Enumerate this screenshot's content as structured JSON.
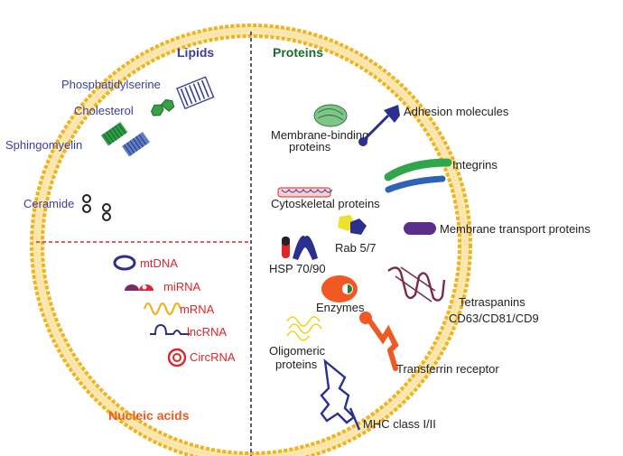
{
  "headers": {
    "lipids": "Lipids",
    "proteins": "Proteins",
    "nucleic_acids": "Nucleic acids"
  },
  "lipids": {
    "phosphatidylserine": "Phosphatidylserine",
    "cholesterol": "Cholesterol",
    "sphingomyelin": "Sphingomyelin",
    "ceramide": "Ceramide"
  },
  "proteins": {
    "membrane_binding_1": "Membrane-binding",
    "membrane_binding_2": "proteins",
    "adhesion": "Adhesion molecules",
    "integrins": "Integrins",
    "cytoskeletal": "Cytoskeletal proteins",
    "rab": "Rab 5/7",
    "membrane_transport": "Membrane transport proteins",
    "hsp": "HSP 70/90",
    "tetraspanins_1": "Tetraspanins",
    "tetraspanins_2": "CD63/CD81/CD9",
    "enzymes": "Enzymes",
    "oligomeric_1": "Oligomeric",
    "oligomeric_2": "proteins",
    "transferrin": "Transferrin receptor",
    "mhc": "MHC class I/II"
  },
  "nucleic_acids": {
    "mtdna": "mtDNA",
    "mirna": "miRNA",
    "mrna": "mRNA",
    "lncrna": "lncRNA",
    "circrna": "CircRNA"
  },
  "colors": {
    "lipids_header": "#3a3f9a",
    "proteins_header": "#1b6b2a",
    "nucleic_header": "#f05a22",
    "membrane": "#f2b21b",
    "divider_blue": "#2b2f8f",
    "divider_red": "#e0252b",
    "nucleic_text": "#e0252b"
  }
}
